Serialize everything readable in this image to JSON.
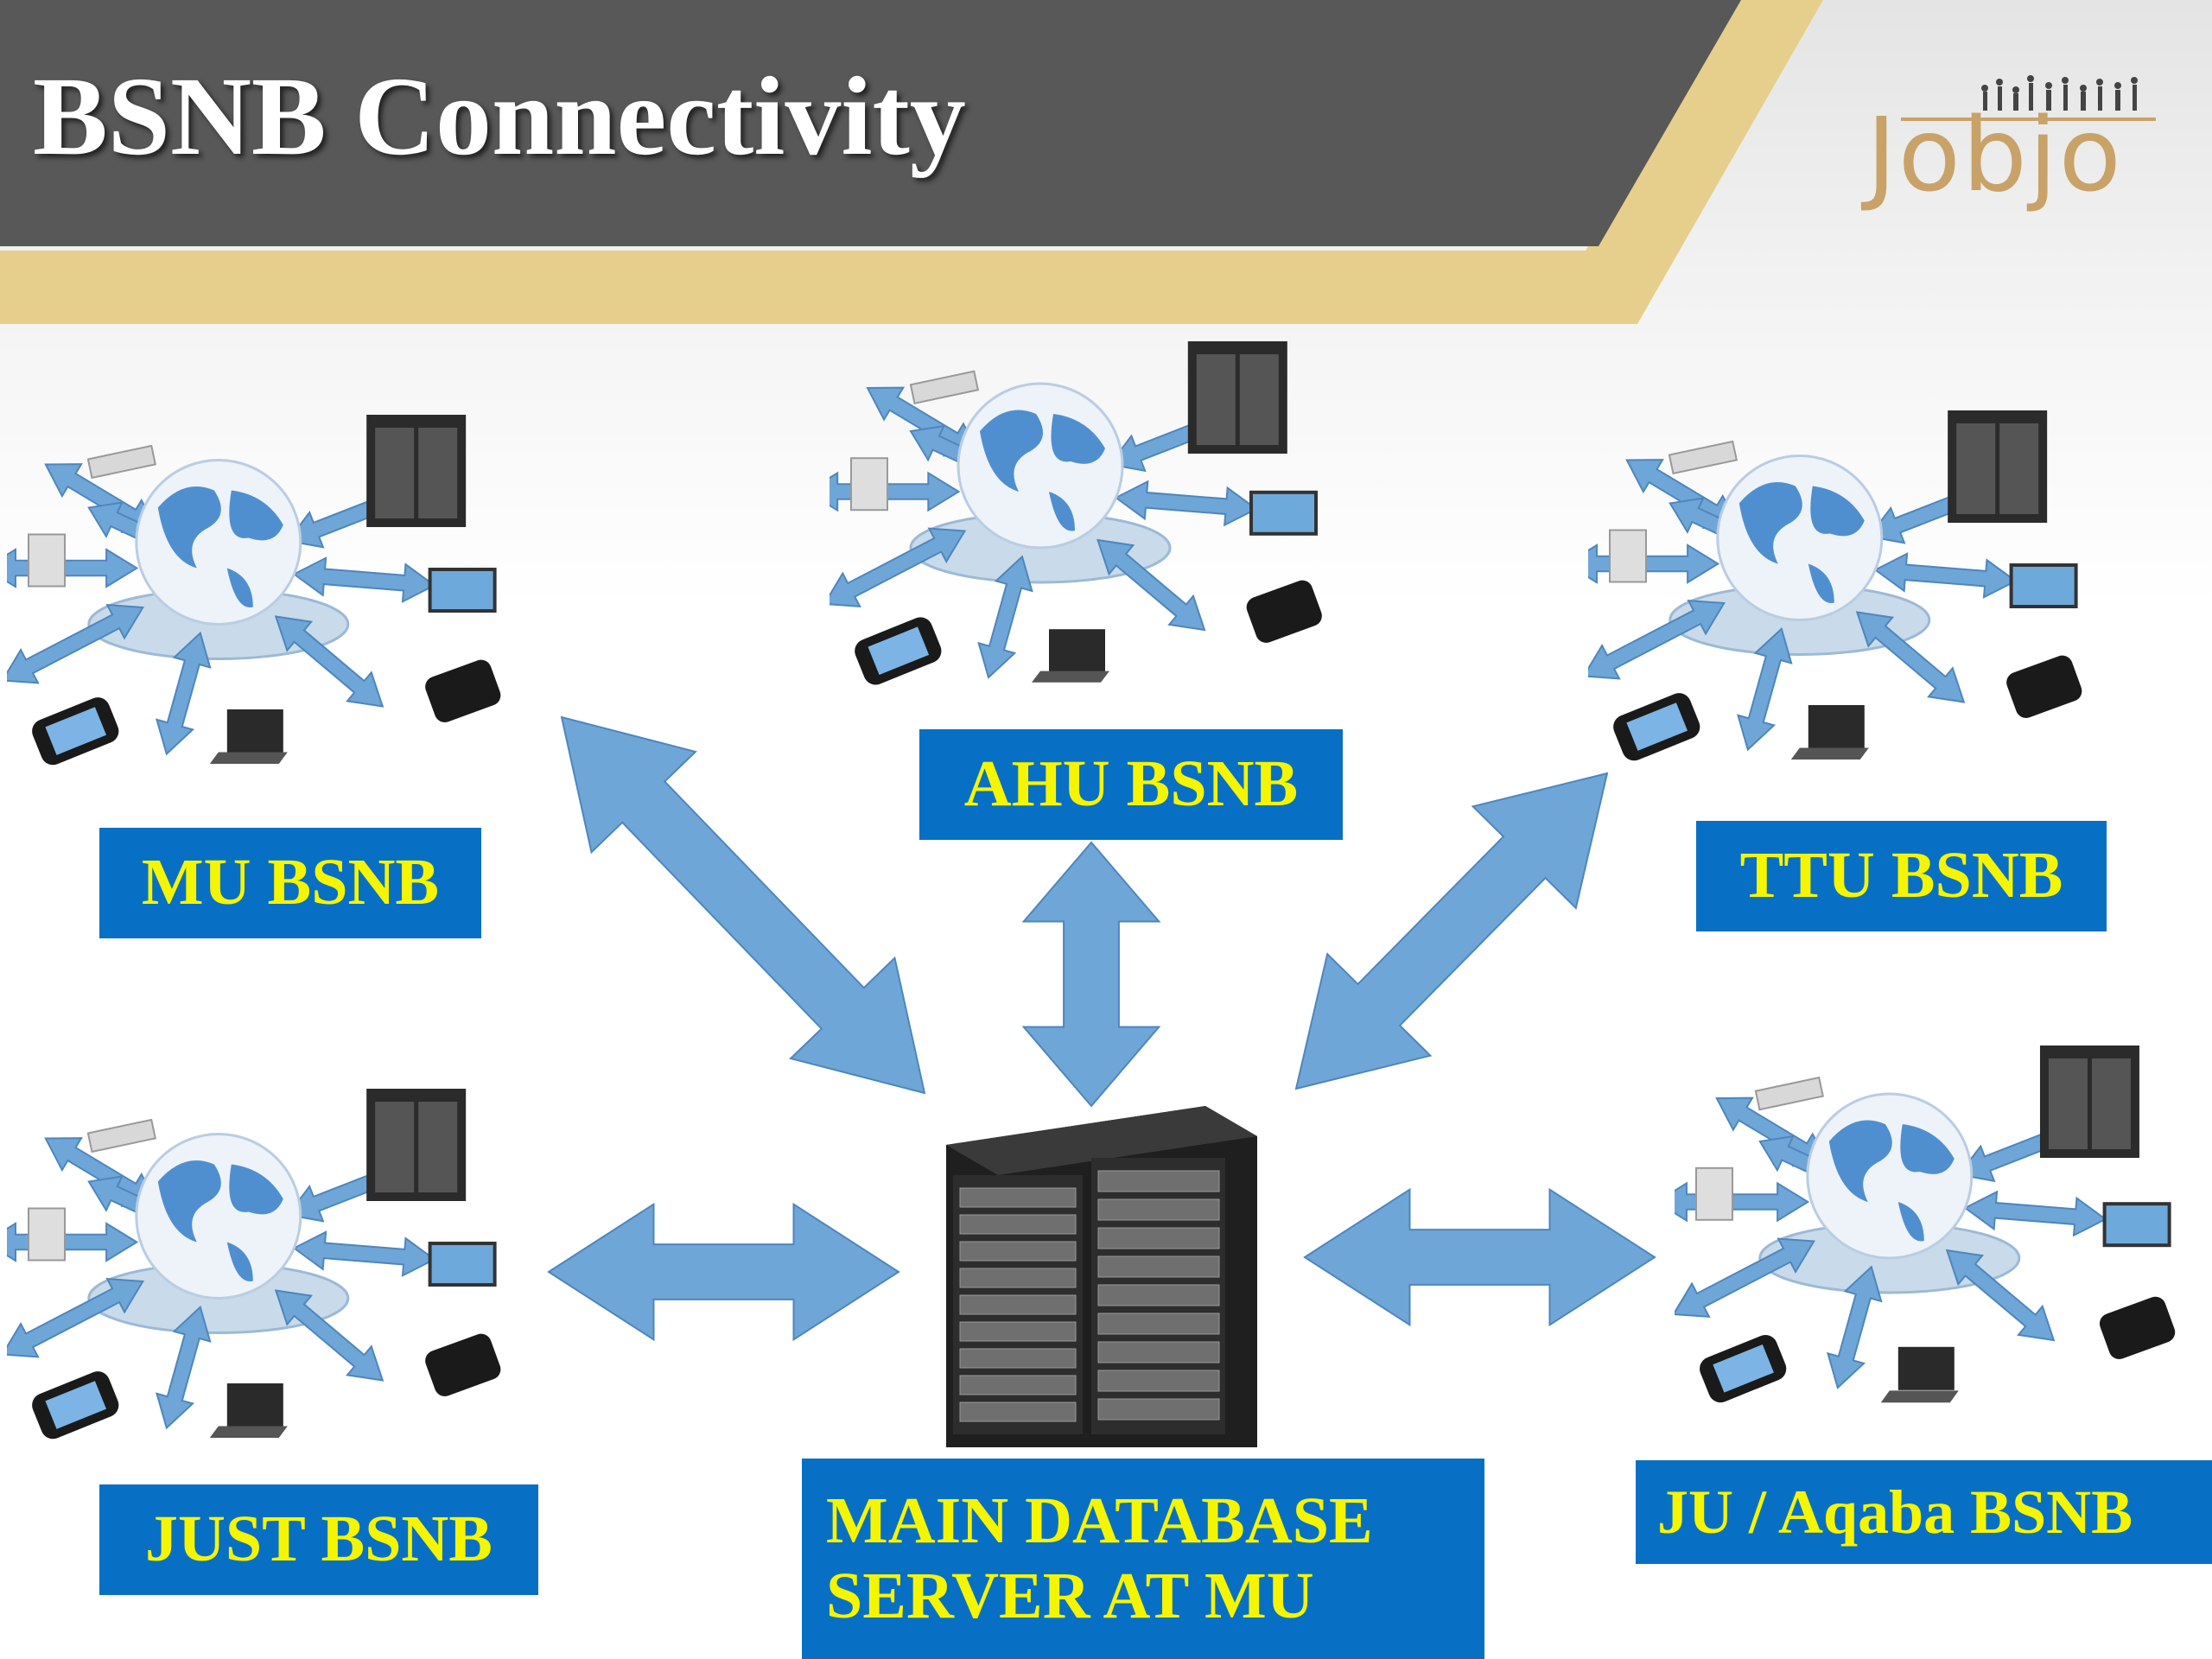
{
  "slide": {
    "title": "BSNB Connectivity",
    "logo_text": "Jobjo"
  },
  "nodes": [
    {
      "id": "mu",
      "label": "MU BSNB"
    },
    {
      "id": "ahu",
      "label": "AHU BSNB"
    },
    {
      "id": "ttu",
      "label": "TTU BSNB"
    },
    {
      "id": "just",
      "label": "JUST BSNB"
    },
    {
      "id": "ju",
      "label": "JU / Aqaba BSNB"
    }
  ],
  "server": {
    "label_line1": "MAIN DATABASE",
    "label_line2": "SERVER AT MU"
  },
  "colors": {
    "header_band": "#585858",
    "gold_band": "#e6cf8c",
    "label_bg": "#0870c4",
    "label_text": "#f5f500",
    "arrow": "#6fa6d8",
    "globe": "#4f8fcf"
  }
}
